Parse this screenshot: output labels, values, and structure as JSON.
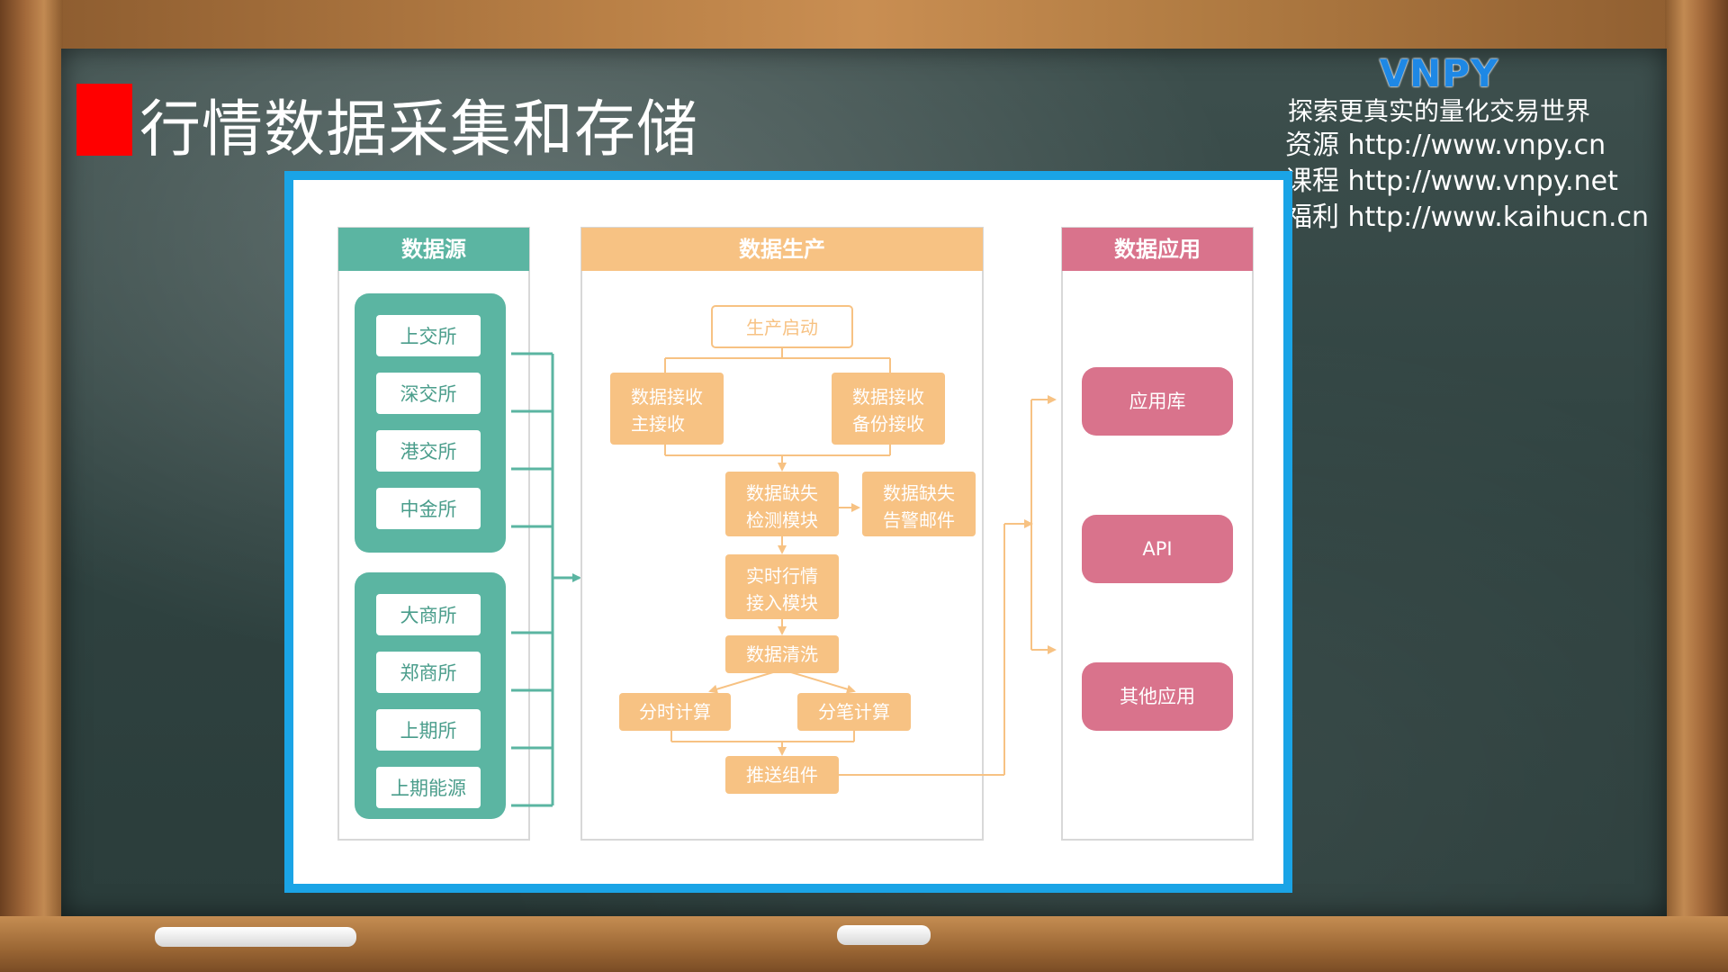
{
  "slide": {
    "title": "行情数据采集和存储"
  },
  "brand": {
    "logo": "VNPY",
    "slogan": "探索更真实的量化交易世界",
    "links": [
      {
        "label": "资源",
        "url": "http://www.vnpy.cn"
      },
      {
        "label": "课程",
        "url": "http://www.vnpy.net"
      },
      {
        "label": "福利",
        "url": "http://www.kaihucn.cn"
      }
    ]
  },
  "diagram": {
    "columns": {
      "source": "数据源",
      "production": "数据生产",
      "application": "数据应用"
    },
    "source_groups": [
      [
        "上交所",
        "深交所",
        "港交所",
        "中金所"
      ],
      [
        "大商所",
        "郑商所",
        "上期所",
        "上期能源"
      ]
    ],
    "production": {
      "start": "生产启动",
      "recv_main": [
        "数据接收",
        "主接收"
      ],
      "recv_backup": [
        "数据接收",
        "备份接收"
      ],
      "gap_detect": [
        "数据缺失",
        "检测模块"
      ],
      "gap_alert": [
        "数据缺失",
        "告警邮件"
      ],
      "realtime": [
        "实时行情",
        "接入模块"
      ],
      "clean": "数据清洗",
      "minute_calc": "分时计算",
      "tick_calc": "分笔计算",
      "push": "推送组件"
    },
    "applications": [
      "应用库",
      "API",
      "其他应用"
    ],
    "colors": {
      "source": "#5bb5a2",
      "production": "#f7c283",
      "production_text": "#ffffff",
      "application": "#d9738c",
      "frame": "#1aa4e6"
    }
  }
}
